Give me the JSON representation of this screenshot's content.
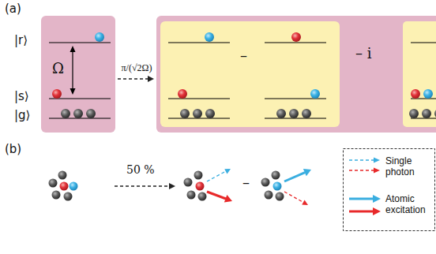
{
  "diagram": {
    "nodes": [
      {
        "text": [
          "Ω"
        ]
      },
      {
        "text": [
          "– i"
        ]
      },
      {
        "text": [
          "–"
        ],
        "in": 1
      }
    ],
    "edges": [
      {
        "from": 0,
        "to": 1,
        "arrow": "to",
        "label": "π/(√2Ω)"
      }
    ],
    "labels": [
      "(a)",
      "|r⟩",
      "|s⟩",
      "|g⟩",
      "(b)",
      "50 %",
      "–"
    ],
    "legend": [
      {
        "text": "Single photon"
      },
      {
        "text": "Atomic excitation"
      }
    ]
  }
}
